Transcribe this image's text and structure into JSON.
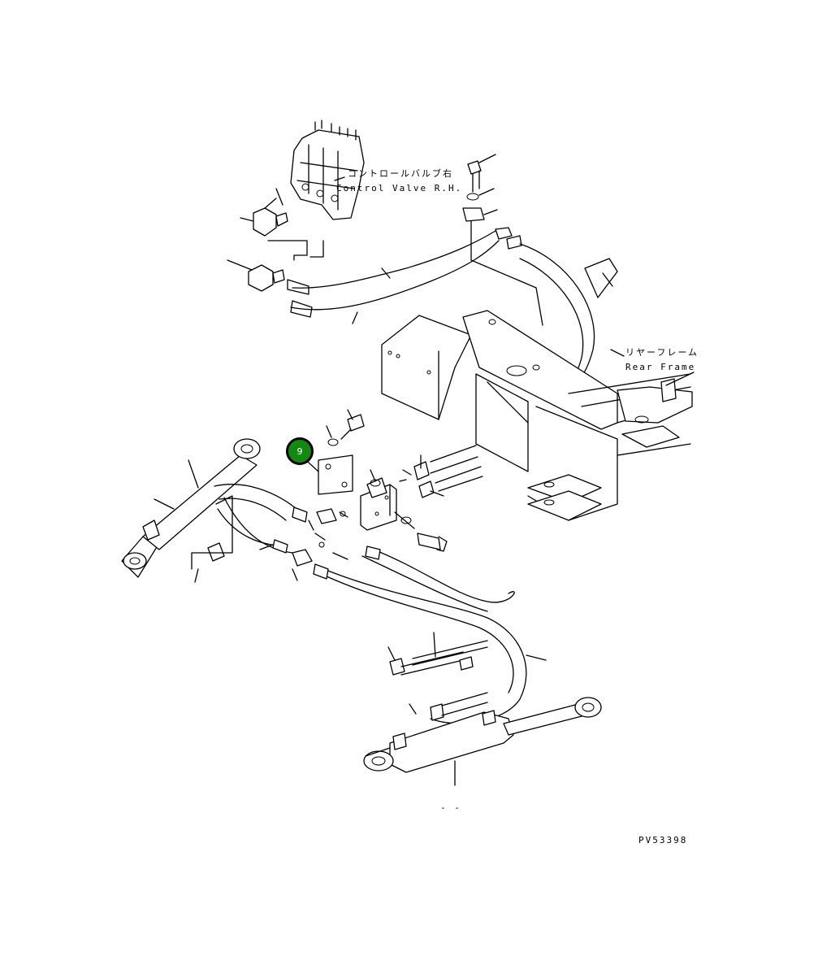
{
  "labels": {
    "control_valve_jp": "コントロールバルブ右",
    "control_valve_en": "Control Valve R.H.",
    "rear_frame_jp": "リヤーフレーム",
    "rear_frame_en": "Rear Frame",
    "drawing_number": "PV53398",
    "dash_mark": "- -"
  },
  "callout": {
    "number": "9",
    "color": "#128a12"
  }
}
